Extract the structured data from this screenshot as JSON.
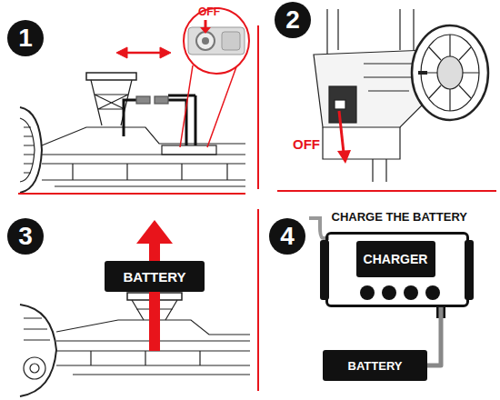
{
  "diagram": {
    "nodes": [
      {
        "text": [
          "BATTERY"
        ]
      },
      {
        "text": [
          "CHARGE THE BATTERY"
        ]
      },
      {
        "text": [
          "CHARGER"
        ],
        "in": 1
      },
      {
        "text": [
          "BATTERY"
        ]
      }
    ],
    "edges": [
      {
        "from": 1,
        "to": 3,
        "arrow": "none"
      }
    ],
    "labels": [
      "1",
      "OFF",
      "2",
      "OFF",
      "3",
      "4"
    ]
  }
}
